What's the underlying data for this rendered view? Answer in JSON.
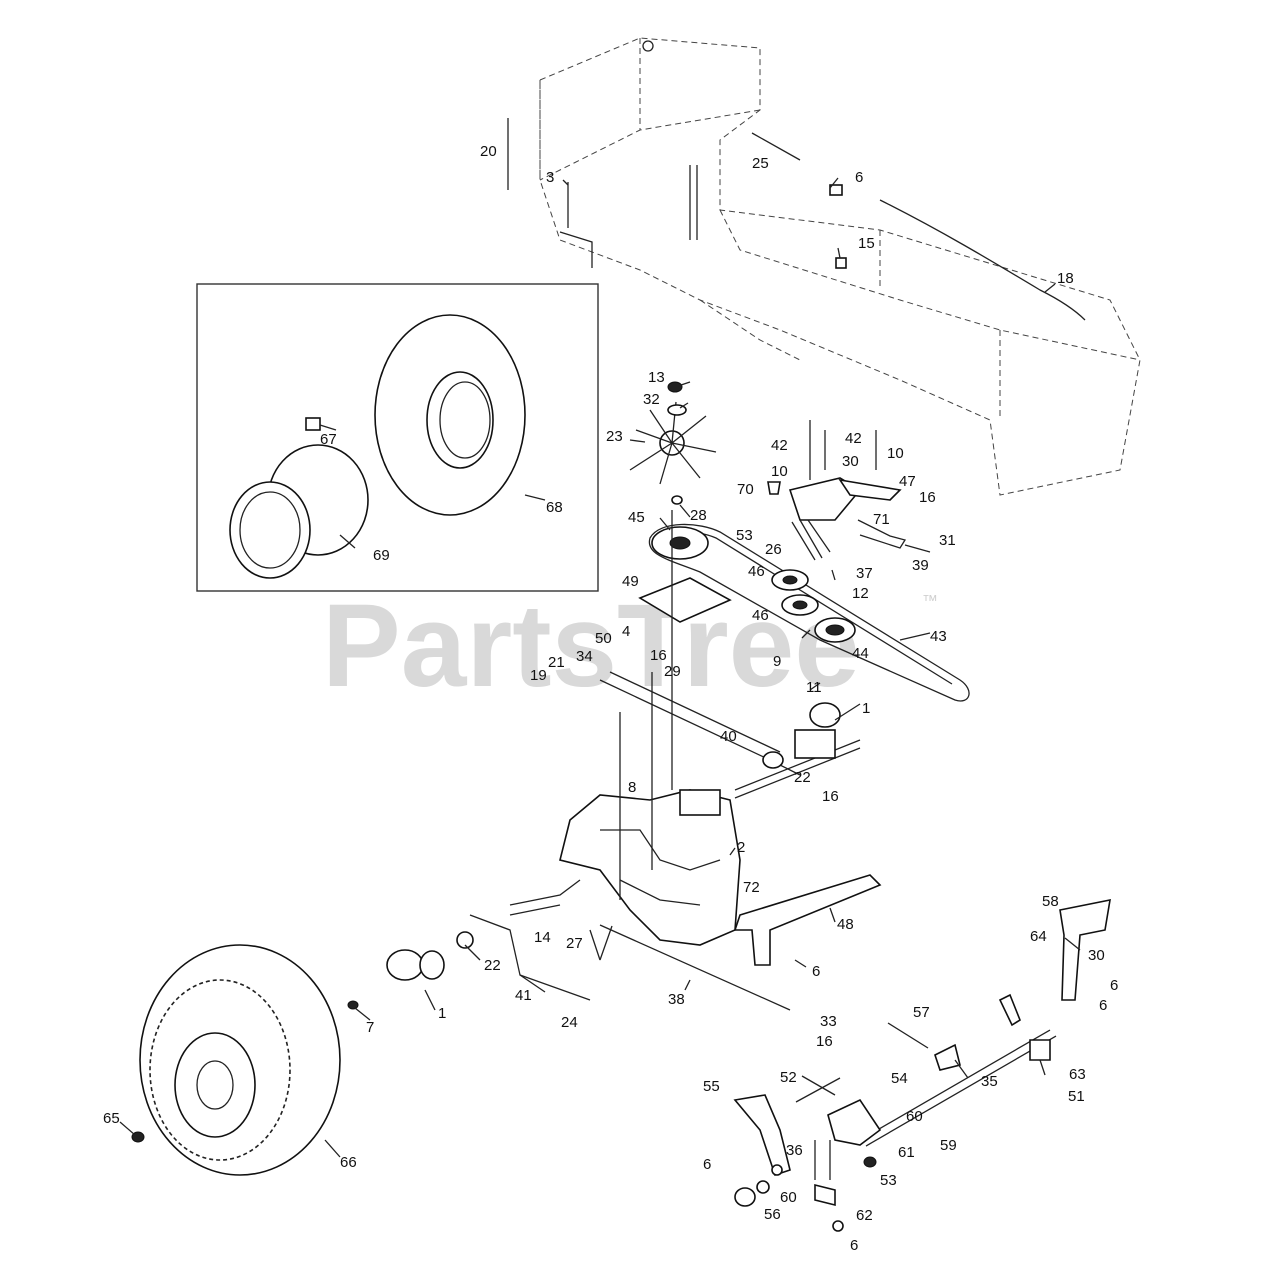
{
  "watermark": {
    "text": "PartsTree",
    "trademark": "™"
  },
  "callouts": [
    "1",
    "2",
    "3",
    "4",
    "6",
    "7",
    "8",
    "9",
    "10",
    "11",
    "12",
    "13",
    "14",
    "15",
    "16",
    "18",
    "19",
    "20",
    "21",
    "22",
    "23",
    "24",
    "25",
    "26",
    "27",
    "28",
    "29",
    "30",
    "31",
    "32",
    "33",
    "34",
    "35",
    "36",
    "37",
    "38",
    "39",
    "40",
    "41",
    "42",
    "43",
    "44",
    "45",
    "46",
    "47",
    "48",
    "49",
    "50",
    "51",
    "52",
    "53",
    "54",
    "55",
    "56",
    "57",
    "58",
    "59",
    "60",
    "61",
    "62",
    "63",
    "64",
    "65",
    "66",
    "67",
    "68",
    "69",
    "70",
    "71",
    "72"
  ],
  "colors": {
    "line": "#222222",
    "watermark": "#d9d9d9",
    "background": "#ffffff"
  }
}
